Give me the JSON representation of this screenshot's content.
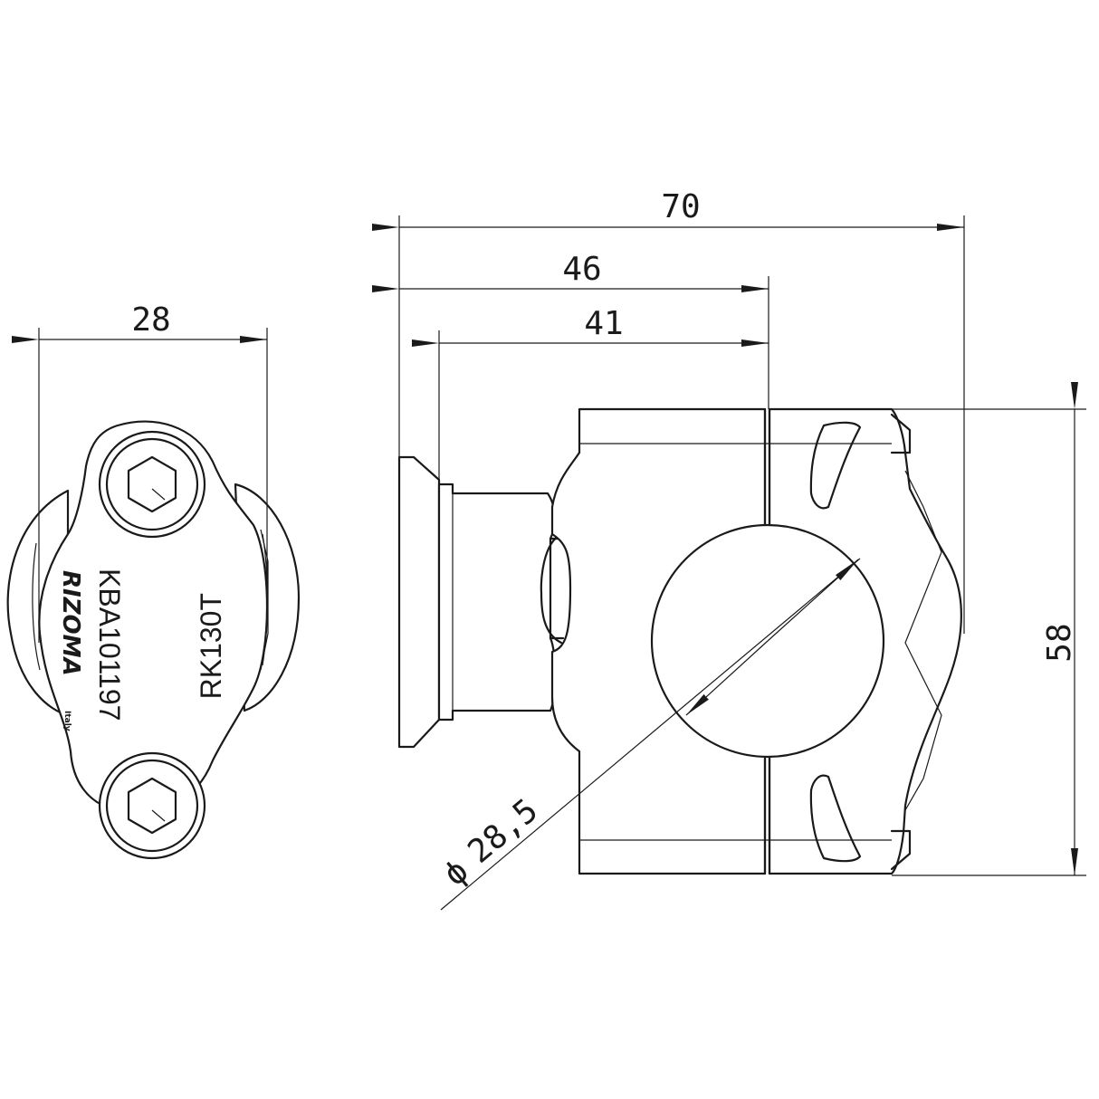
{
  "dimensions": {
    "width_top": "28",
    "overall_length": "70",
    "length_46": "46",
    "length_41": "41",
    "height": "58",
    "diameter_symbol": "ϕ",
    "diameter": "28,5"
  },
  "part_markings": {
    "brand": "RIZOMA",
    "part_code": "KBA101197",
    "model_code": "RK130T",
    "logo_small": "Italy"
  }
}
